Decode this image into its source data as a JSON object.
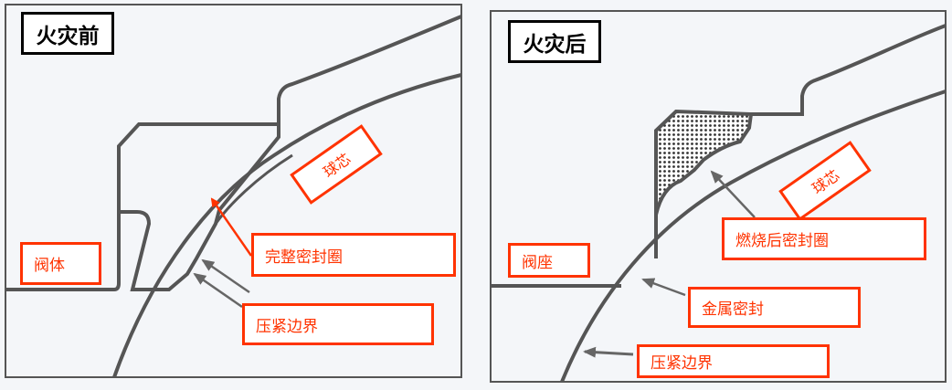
{
  "colors": {
    "label_border": "#ff3300",
    "label_text": "#ff3300",
    "outline": "#555555",
    "arrow_gray": "#666666",
    "background": "#f4f6f9"
  },
  "panels": [
    {
      "id": "before-fire",
      "title": "火灾前",
      "labels": {
        "ball_core": "球芯",
        "valve_body": "阀体",
        "seal_ring": "完整密封圈",
        "compression_boundary": "压紧边界"
      }
    },
    {
      "id": "after-fire",
      "title": "火灾后",
      "labels": {
        "ball_core": "球芯",
        "burned_seal_ring": "燃烧后密封圈",
        "valve_seat": "阀座",
        "metal_seal": "金属密封",
        "compression_boundary": "压紧边界"
      }
    }
  ]
}
